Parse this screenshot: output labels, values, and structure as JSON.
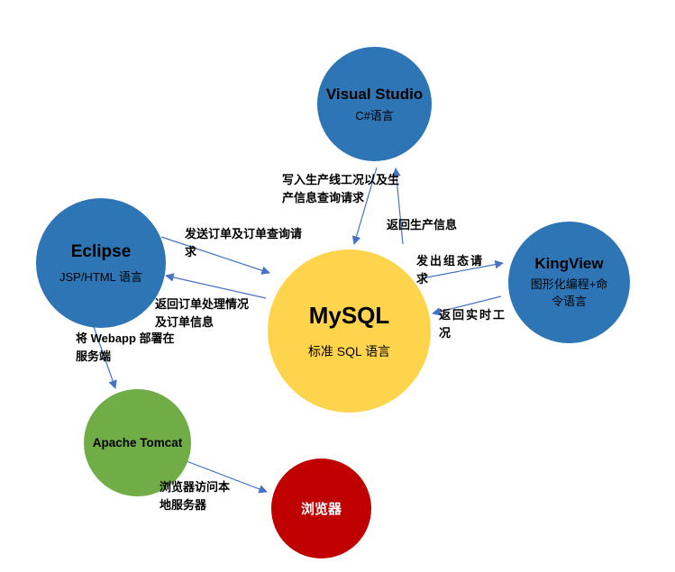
{
  "nodes": {
    "visual_studio": {
      "title": "Visual Studio",
      "subtitle": "C#语言"
    },
    "eclipse": {
      "title": "Eclipse",
      "subtitle": "JSP/HTML 语言"
    },
    "mysql": {
      "title": "MySQL",
      "subtitle": "标准 SQL 语言"
    },
    "kingview": {
      "title": "KingView",
      "subtitle": "图形化编程+命\n令语言"
    },
    "tomcat": {
      "title": "Apache Tomcat"
    },
    "browser": {
      "title": "浏览器"
    }
  },
  "edge_labels": {
    "write_production": "写入生产线工况以及生\n产信息查询请求",
    "return_production": "返回生产信息",
    "send_order": "发送订单及订单查询请\n求",
    "return_order": "返回订单处理情况\n及订单信息",
    "config_request": "发出组态请\n求",
    "return_realtime": "返回实时工\n况",
    "deploy_webapp": "将 Webapp 部署在\n服务端",
    "browser_access": "浏览器访问本\n地服务器"
  },
  "colors": {
    "node_blue": "#2E75B6",
    "node_yellow": "#FFD44D",
    "node_green": "#70AD47",
    "node_red": "#C00000",
    "arrow": "#4472C4"
  }
}
